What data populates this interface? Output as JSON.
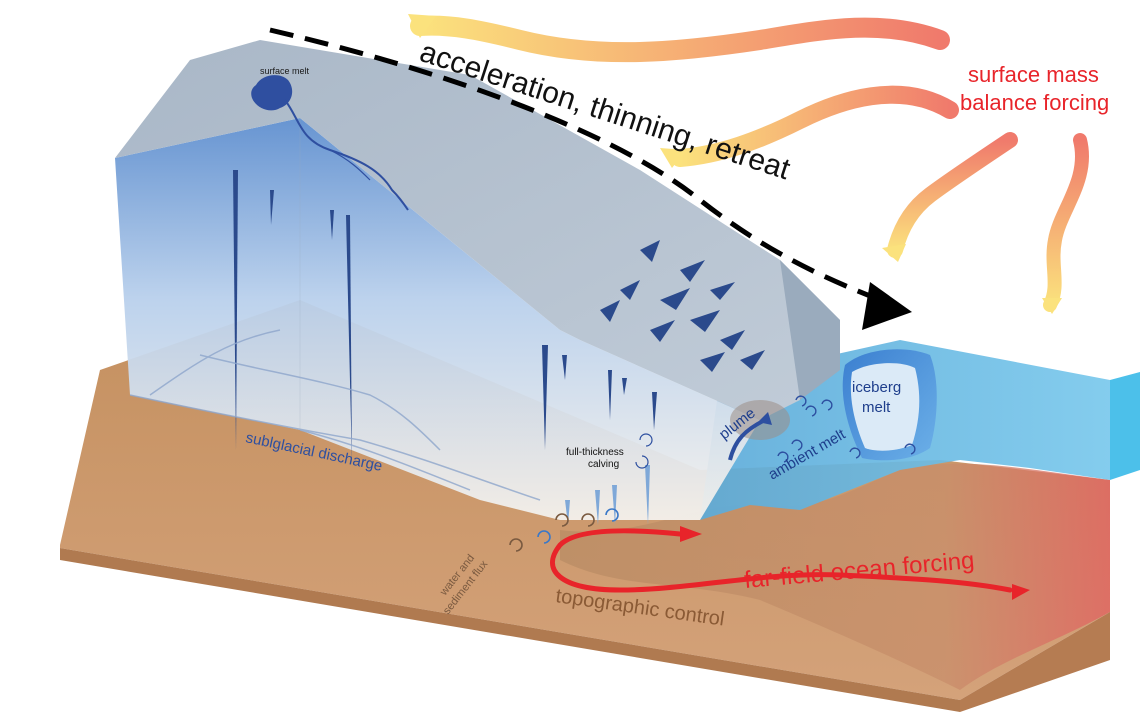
{
  "labels": {
    "surface_melt": "surface melt",
    "acceleration": "acceleration, thinning, retreat",
    "smb_line1": "surface mass",
    "smb_line2": "balance forcing",
    "iceberg_line1": "iceberg",
    "iceberg_line2": "melt",
    "plume": "plume",
    "ambient_melt": "ambient melt",
    "subglacial_discharge": "sublglacial discharge",
    "calving_line1": "full-thickness",
    "calving_line2": "calving",
    "water_line1": "water and",
    "water_line2": "sediment flux",
    "topographic_control": "topographic control",
    "far_field": "far-field ocean forcing"
  },
  "colors": {
    "ice_top": "#aebdcc",
    "ice_front": "#6c9ad3",
    "ocean": "#4fb4dc",
    "bed": "#c8946a",
    "forcing_red": "#e8242a",
    "discharge_blue": "#2d4fa0",
    "topo_brown": "#8a5a35",
    "label_dark": "#1a1a1a"
  }
}
